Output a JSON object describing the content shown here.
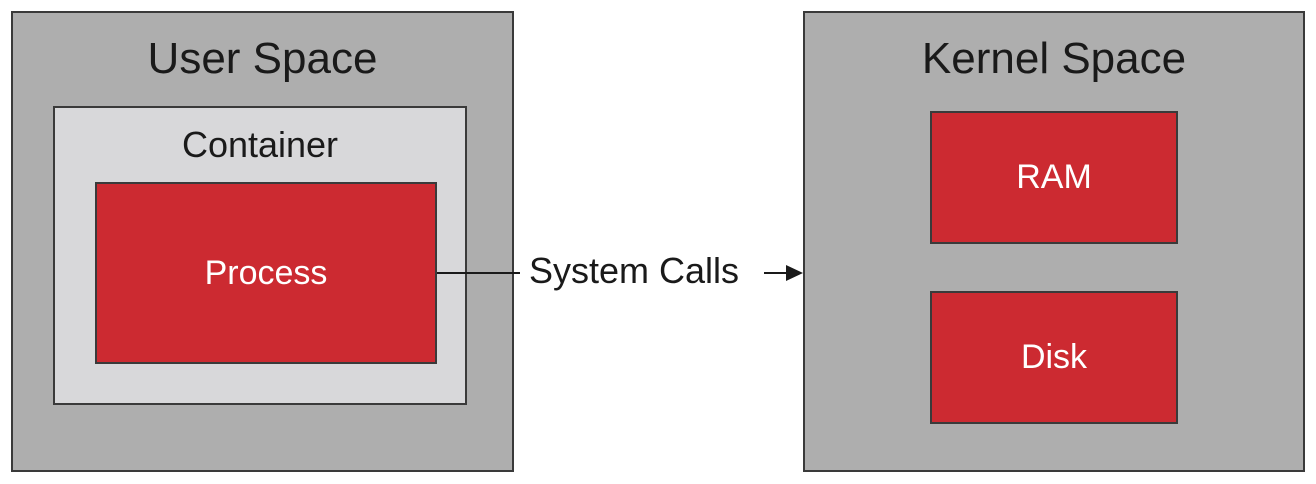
{
  "user_space": {
    "title": "User Space"
  },
  "container": {
    "title": "Container"
  },
  "process": {
    "label": "Process"
  },
  "system_calls": {
    "label": "System Calls"
  },
  "kernel_space": {
    "title": "Kernel Space"
  },
  "ram": {
    "label": "RAM"
  },
  "disk": {
    "label": "Disk"
  },
  "colors": {
    "space_gray": "#aeaeae",
    "container_gray": "#d8d8da",
    "accent_red": "#cc2a31",
    "border": "#3a3a3a"
  }
}
